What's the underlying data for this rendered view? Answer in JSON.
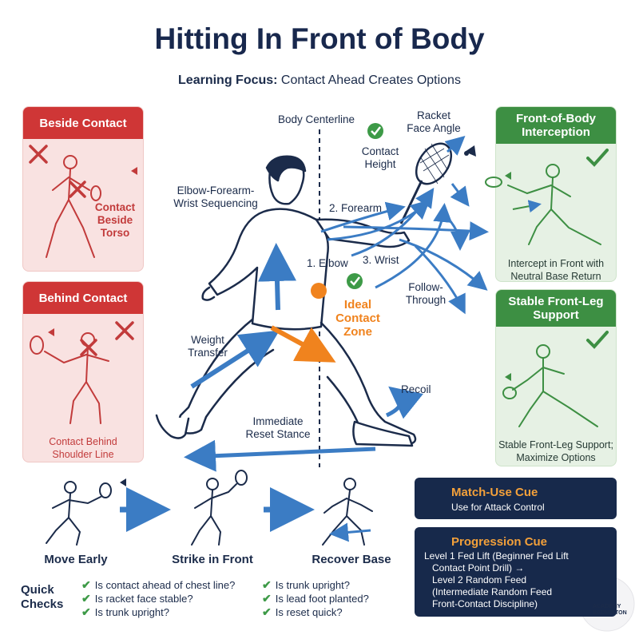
{
  "title": "Hitting In Front of Body",
  "subtitle": {
    "label": "Learning Focus:",
    "text": " Contact Ahead Creates Options"
  },
  "panels": {
    "beside": {
      "title": "Beside Contact",
      "caption_line1": "Contact",
      "caption_line2": "Beside",
      "caption_line3": "Torso"
    },
    "behind": {
      "title": "Behind Contact",
      "caption_line1": "Contact Behind",
      "caption_line2": "Shoulder Line"
    },
    "intercept": {
      "title_line1": "Front-of-Body",
      "title_line2": "Interception",
      "caption_line1": "Intercept in Front with",
      "caption_line2": "Neutral Base Return"
    },
    "support": {
      "title_line1": "Stable Front-Leg",
      "title_line2": "Support",
      "caption_line1": "Stable Front-Leg Support;",
      "caption_line2": "Maximize Options"
    }
  },
  "labels": {
    "centerline": "Body Centerline",
    "racket_face_1": "Racket",
    "racket_face_2": "Face Angle",
    "contact_height_1": "Contact",
    "contact_height_2": "Height",
    "sequencing_1": "Elbow-Forearm-",
    "sequencing_2": "Wrist Sequencing",
    "forearm": "2. Forearm",
    "elbow": "1. Elbow",
    "wrist": "3. Wrist",
    "follow_1": "Follow-",
    "follow_2": "Through",
    "ideal_1": "Ideal",
    "ideal_2": "Contact",
    "ideal_3": "Zone",
    "weight_1": "Weight",
    "weight_2": "Transfer",
    "recoil": "Recoil",
    "reset_1": "Immediate",
    "reset_2": "Reset Stance"
  },
  "steps": [
    "Move Early",
    "Strike in Front",
    "Recover Base"
  ],
  "cues": {
    "match": {
      "title": "Match-Use Cue",
      "text": "Use for Attack Control"
    },
    "progression": {
      "title": "Progression Cue",
      "lines": [
        "Level 1 Fed Lift (Beginner Fed Lift",
        "Contact Point Drill) →",
        "Level 2 Random Feed",
        "(Intermediate Random Feed",
        "Front-Contact Discipline)"
      ]
    }
  },
  "quick_checks": {
    "title_line1": "Quick",
    "title_line2": "Checks",
    "left": [
      "Is contact ahead of chest line?",
      "Is racket face stable?",
      "Is trunk upright?"
    ],
    "right": [
      "Is trunk upright?",
      "Is lead foot planted?",
      "Is reset quick?"
    ]
  },
  "logo": {
    "line1": "ACADEMY",
    "line2": "BADMINTON"
  },
  "colors": {
    "navy": "#17294b",
    "red": "#cf3636",
    "green": "#3d8f43",
    "orange": "#f0831e",
    "arrow_blue": "#3b7cc4"
  }
}
